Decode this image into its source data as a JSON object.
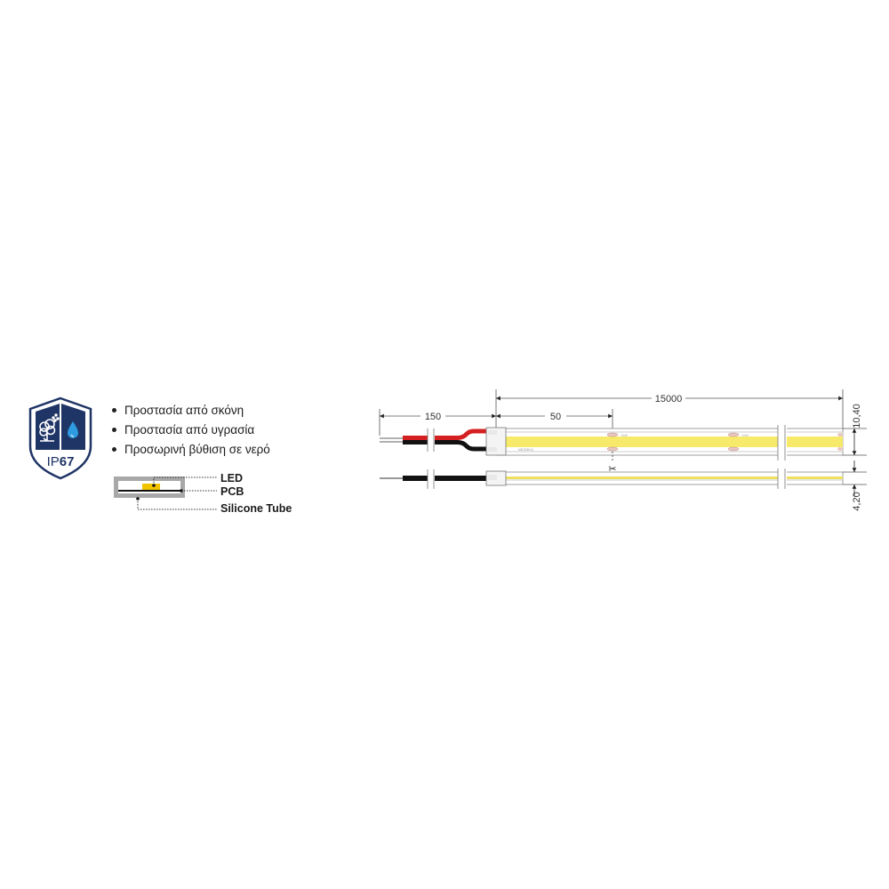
{
  "badge": {
    "rating": "IP67",
    "icons": [
      "dust-tree-icon",
      "water-drop-icon"
    ],
    "colors": {
      "navy": "#1f3566",
      "drop": "#2e9be0",
      "white": "#ffffff"
    }
  },
  "features": [
    {
      "text": "Προστασία από σκόνη"
    },
    {
      "text": "Προστασία από υγρασία"
    },
    {
      "text": "Προσωρινή βύθιση σε νερό"
    }
  ],
  "cross_section": {
    "labels": {
      "led": "LED",
      "pcb": "PCB",
      "tube": "Silicone Tube"
    },
    "colors": {
      "tube": "#a8a8a8",
      "led": "#f2c400",
      "pcb": "#111111"
    }
  },
  "strip_drawing": {
    "dimensions": {
      "wire_length": "150",
      "cut_interval": "50",
      "total_length": "15000",
      "width": "10,40",
      "height": "4,20"
    },
    "colors": {
      "led_yellow": "#f7e96a",
      "red_wire": "#d42020",
      "black_wire": "#111111",
      "line": "#555555"
    },
    "cut_icon": "scissors-icon"
  }
}
